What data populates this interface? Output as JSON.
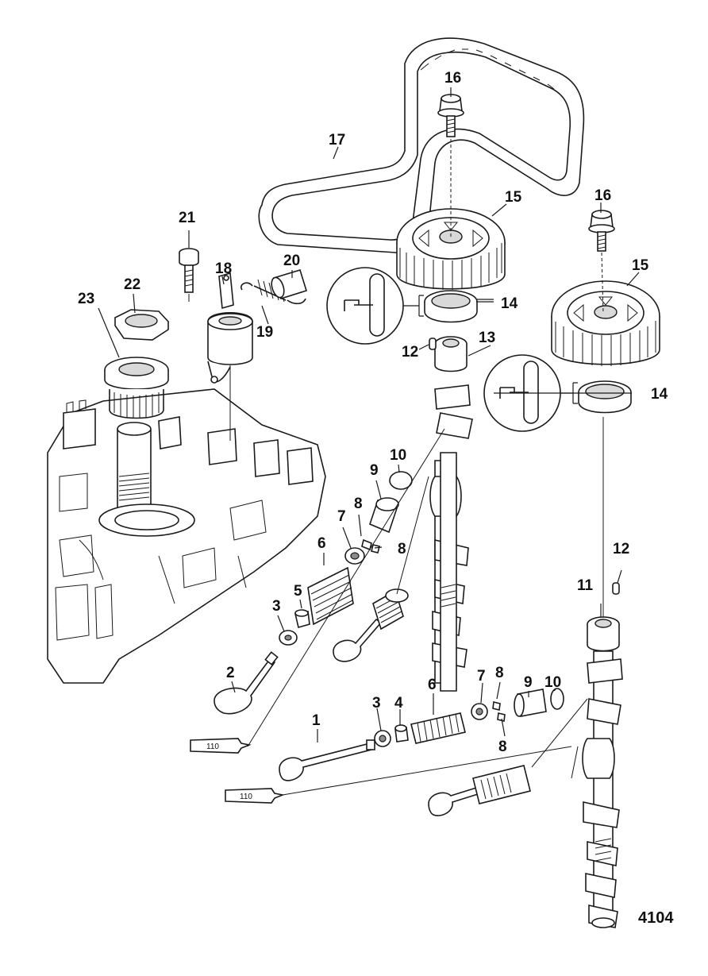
{
  "figure_number": "4104",
  "sealant_label": "110",
  "callouts": {
    "c1": "1",
    "c2": "2",
    "c3a": "3",
    "c3b": "3",
    "c4": "4",
    "c5": "5",
    "c6a": "6",
    "c6b": "6",
    "c7a": "7",
    "c7b": "7",
    "c8a": "8",
    "c8b": "8",
    "c8c": "8",
    "c8d": "8",
    "c9a": "9",
    "c9b": "9",
    "c10a": "10",
    "c10b": "10",
    "c11": "11",
    "c12a": "12",
    "c12b": "12",
    "c13": "13",
    "c14a": "14",
    "c14b": "14",
    "c15a": "15",
    "c15b": "15",
    "c16a": "16",
    "c16b": "16",
    "c17": "17",
    "c18": "18",
    "c19": "19",
    "c20": "20",
    "c21": "21",
    "c22": "22",
    "c23": "23"
  }
}
